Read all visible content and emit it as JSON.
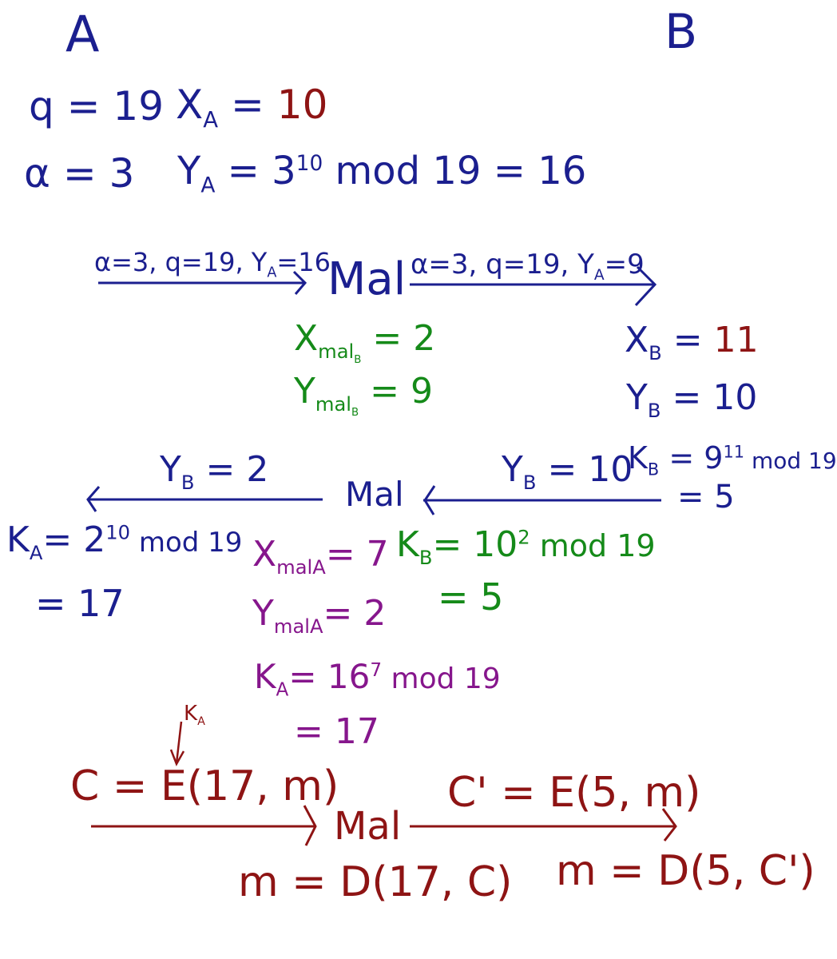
{
  "colors": {
    "blue": "#1b1f8f",
    "red": "#8e1414",
    "green": "#158a19",
    "purple": "#86168c"
  },
  "parties": {
    "a": "A",
    "b": "B",
    "mal": "Mal"
  },
  "alice_setup": {
    "q": "q = 19",
    "alpha": "α = 3",
    "xa_label": "X",
    "xa_sub": "A",
    "xa_eq": " = ",
    "xa_val": "10",
    "ya_label": "Y",
    "ya_sub": "A",
    "ya_eq": " = 3",
    "ya_exp": "10",
    "ya_rest": " mod 19 = 16"
  },
  "msg1": {
    "label": "α=3, q=19, Y",
    "sub": "A",
    "rest": "=16"
  },
  "msg2": {
    "label": "α=3, q=19, Y",
    "sub": "A",
    "rest": "=9"
  },
  "mal_b": {
    "x_label": "X",
    "x_sub": "mal",
    "x_sub2": "B",
    "x_val": "= 2",
    "y_label": "Y",
    "y_sub": "mal",
    "y_sub2": "B",
    "y_val": "= 9"
  },
  "bob": {
    "xb_label": "X",
    "xb_sub": "B",
    "xb_eq": " = ",
    "xb_val": "11",
    "yb_label": "Y",
    "yb_sub": "B",
    "yb_val": " = 10",
    "kb_label": "K",
    "kb_sub": "B",
    "kb_eq": " = 9",
    "kb_exp": "11",
    "kb_rest": " mod 19",
    "kb_result": "= 5"
  },
  "msg3": {
    "label": "Y",
    "sub": "B",
    "rest": " = 10"
  },
  "msg4": {
    "label": "Y",
    "sub": "B",
    "rest": " = 2"
  },
  "mal_kb": {
    "label": "K",
    "sub": "B",
    "eq": "= 10",
    "exp": "2",
    "rest": " mod 19",
    "result": "= 5"
  },
  "alice_key": {
    "label": "K",
    "sub": "A",
    "eq": "= 2",
    "exp": "10",
    "rest": " mod 19",
    "result": "= 17"
  },
  "mal_a": {
    "x_label": "X",
    "x_sub": "malA",
    "x_val": "= 7",
    "y_label": "Y",
    "y_sub": "malA",
    "y_val": "= 2",
    "k_label": "K",
    "k_sub": "A",
    "k_eq": "= 16",
    "k_exp": "7",
    "k_rest": " mod 19",
    "k_result": "= 17"
  },
  "annotation": {
    "label": "K",
    "sub": "A"
  },
  "msg5": {
    "label": "C = E(17, m)"
  },
  "msg6": {
    "label": "C' = E(5, m)"
  },
  "dec_mal": {
    "label": "m = D(17, C)"
  },
  "dec_bob": {
    "label": "m = D(5, C')"
  }
}
